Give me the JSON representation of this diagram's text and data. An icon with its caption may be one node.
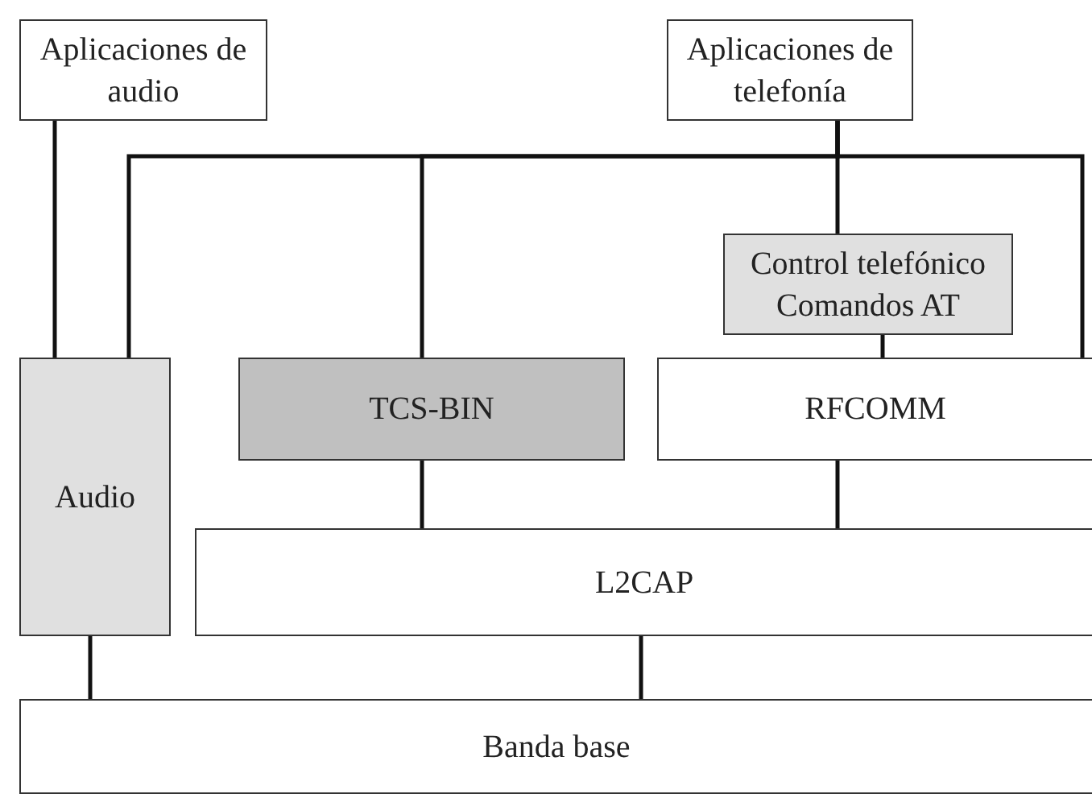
{
  "diagram": {
    "nodes": [
      {
        "text": [
          "Aplicaciones de audio"
        ]
      },
      {
        "text": [
          "Aplicaciones de telefonía"
        ]
      },
      {
        "text": [
          "Control telefónico Comandos AT"
        ]
      },
      {
        "text": [
          "Audio"
        ]
      },
      {
        "text": [
          "TCS-BIN"
        ]
      },
      {
        "text": [
          "RFCOMM"
        ]
      },
      {
        "text": [
          "L2CAP"
        ]
      },
      {
        "text": [
          "Banda base"
        ]
      }
    ],
    "edges": [
      {
        "from": 0,
        "to": 3,
        "arrow": "none"
      },
      {
        "from": 1,
        "to": 3,
        "arrow": "none"
      },
      {
        "from": 1,
        "to": 4,
        "arrow": "none"
      },
      {
        "from": 1,
        "to": 2,
        "arrow": "none"
      },
      {
        "from": 1,
        "to": 5,
        "arrow": "none"
      },
      {
        "from": 2,
        "to": 5,
        "arrow": "none"
      },
      {
        "from": 4,
        "to": 6,
        "arrow": "none"
      },
      {
        "from": 5,
        "to": 6,
        "arrow": "none"
      },
      {
        "from": 3,
        "to": 7,
        "arrow": "none"
      },
      {
        "from": 6,
        "to": 7,
        "arrow": "none"
      }
    ]
  }
}
